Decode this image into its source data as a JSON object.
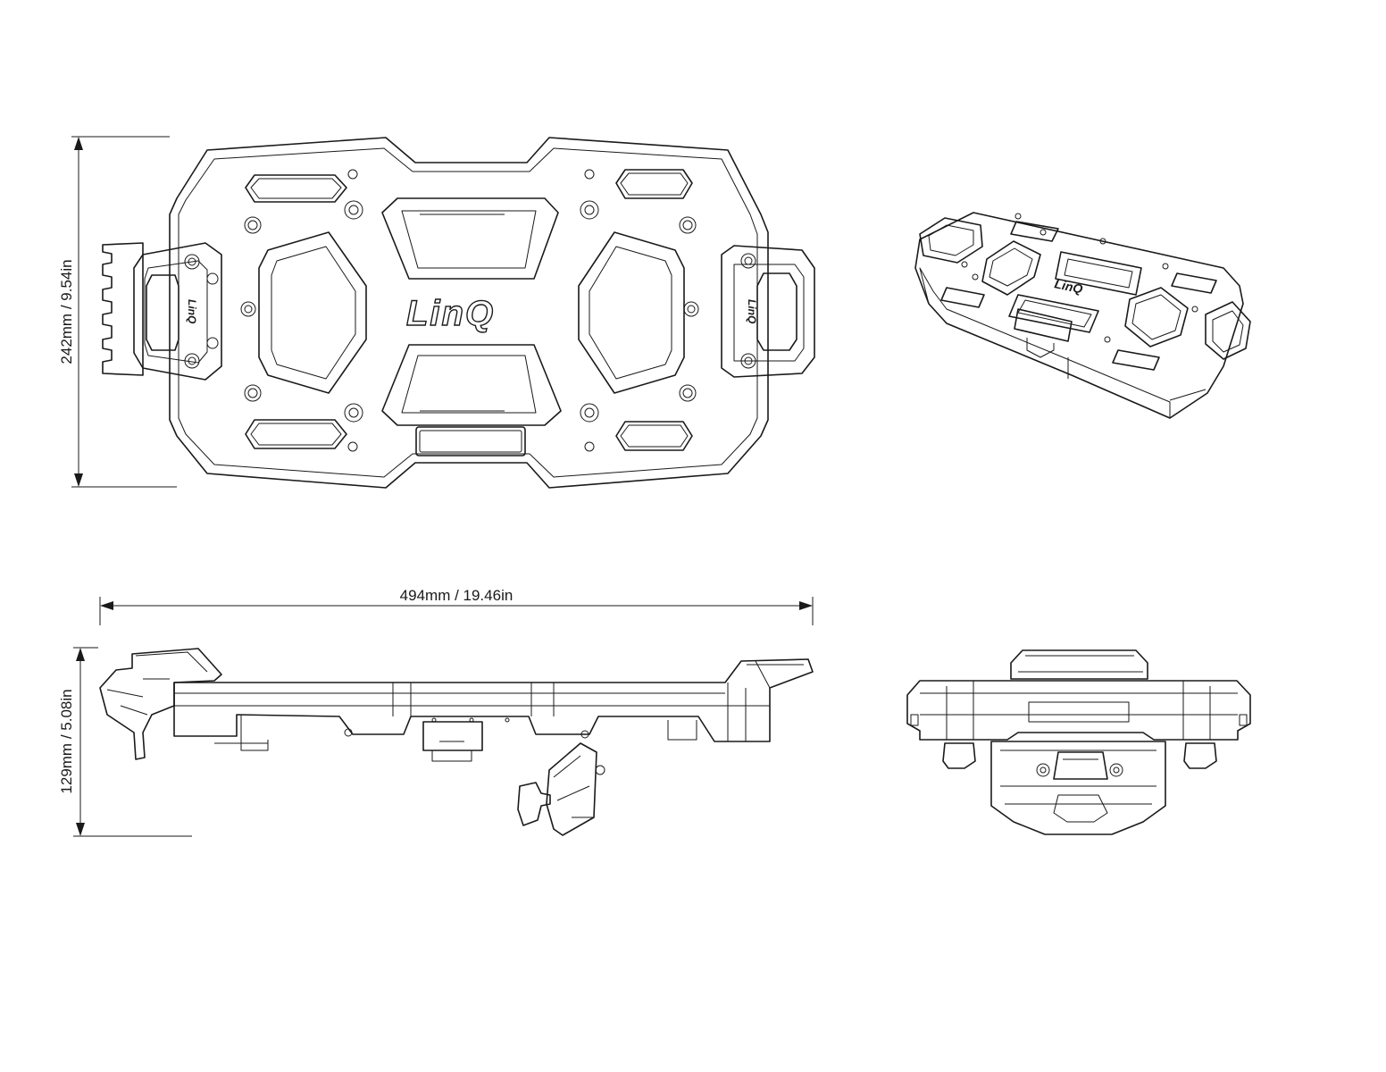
{
  "dimensions": {
    "height": "242mm / 9.54in",
    "width": "494mm / 19.46in",
    "depth": "129mm / 5.08in"
  },
  "branding": {
    "logo_text": "LinQ"
  }
}
